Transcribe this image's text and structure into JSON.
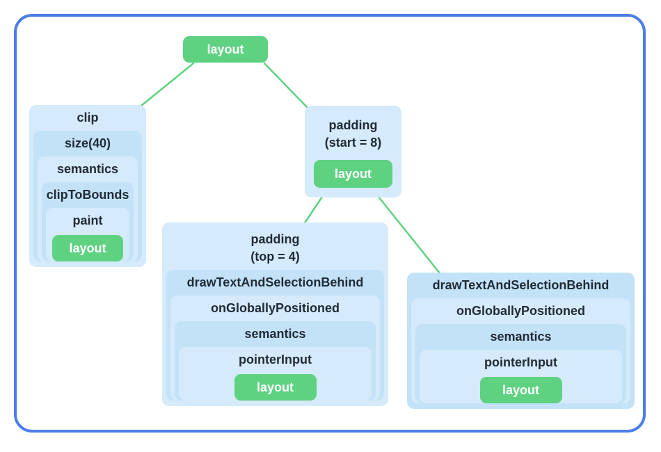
{
  "palette": {
    "frame_border": "#4a7de8",
    "edge_green": "#5ed281",
    "node_green": "#5ed281",
    "node_blue_light": "#d5eafb",
    "node_blue_mid": "#c3e2f8",
    "text_dark": "#212b36",
    "text_on_green": "#ffffff"
  },
  "nodes": {
    "root": {
      "label": "layout"
    },
    "clip": {
      "labels": [
        "clip",
        "size(40)",
        "semantics",
        "clipToBounds",
        "paint",
        "layout"
      ]
    },
    "padding_start": {
      "title": [
        "padding",
        "(start = 8)"
      ],
      "leaf": "layout"
    },
    "padding_top": {
      "title": [
        "padding",
        "(top = 4)"
      ],
      "labels": [
        "drawTextAndSelectionBehind",
        "onGloballyPositioned",
        "semantics",
        "pointerInput",
        "layout"
      ]
    },
    "draw_text": {
      "labels": [
        "drawTextAndSelectionBehind",
        "onGloballyPositioned",
        "semantics",
        "pointerInput",
        "layout"
      ]
    }
  },
  "edges": [
    {
      "from": "layout",
      "to": "clip"
    },
    {
      "from": "layout",
      "to": "padding (start = 8)"
    },
    {
      "from": "padding (start = 8)",
      "to": "padding (top = 4)"
    },
    {
      "from": "padding (start = 8)",
      "to": "drawTextAndSelectionBehind"
    }
  ]
}
